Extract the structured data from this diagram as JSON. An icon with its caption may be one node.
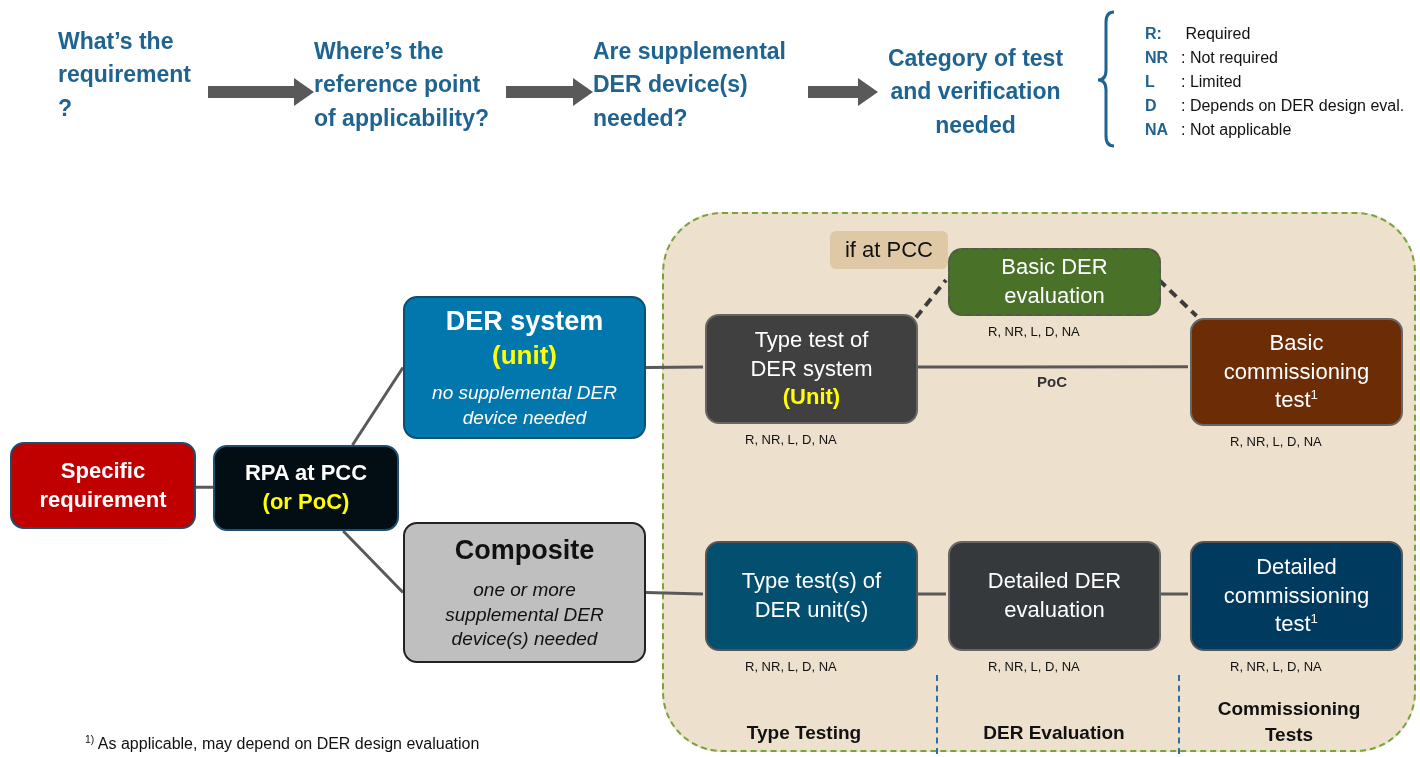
{
  "diagram": {
    "nodes": [
      {
        "text": [
          "What’s the requirement ?"
        ]
      },
      {
        "text": [
          "Where’s the reference point of applicability?"
        ]
      },
      {
        "text": [
          "Are supplemental DER device(s) needed?"
        ]
      },
      {
        "text": [
          "Category of test and verification needed"
        ]
      },
      {
        "text": [
          "Specific requirement"
        ]
      },
      {
        "text": [
          "RPA at PCC",
          "(or PoC)"
        ]
      },
      {
        "text": [
          "DER system",
          "(unit)",
          "no supplemental DER device needed"
        ]
      },
      {
        "text": [
          "Composite",
          "one or more supplemental DER device(s) needed"
        ]
      },
      {
        "text": [
          "Type Testing",
          "DER Evaluation",
          "Commissioning Tests"
        ]
      },
      {
        "text": [
          "if at PCC"
        ],
        "in": 8
      },
      {
        "text": [
          "Basic DER evaluation"
        ],
        "beside": [
          "R, NR, L, D, NA"
        ],
        "in": 8
      },
      {
        "text": [
          "Type test of DER system",
          "(Unit)"
        ],
        "beside": [
          "R, NR, L, D, NA"
        ],
        "in": 8
      },
      {
        "text": [
          "Basic commissioning test$^{1}$"
        ],
        "beside": [
          "R, NR, L, D, NA"
        ],
        "in": 8
      },
      {
        "text": [
          "Type test(s) of DER unit(s)"
        ],
        "beside": [
          "R, NR, L, D, NA"
        ],
        "in": 8
      },
      {
        "text": [
          "Detailed DER evaluation"
        ],
        "beside": [
          "R, NR, L, D, NA"
        ],
        "in": 8
      },
      {
        "text": [
          "Detailed commissioning test$^{1}$"
        ],
        "beside": [
          "R, NR, L, D, NA"
        ],
        "in": 8
      }
    ],
    "edges": [
      {
        "from": 0,
        "to": 1,
        "arrow": "to",
        "style": "thick"
      },
      {
        "from": 1,
        "to": 2,
        "arrow": "to",
        "style": "thick"
      },
      {
        "from": 2,
        "to": 3,
        "arrow": "to",
        "style": "thick"
      },
      {
        "from": 4,
        "to": 5,
        "arrow": "none"
      },
      {
        "from": 5,
        "to": 6,
        "arrow": "none"
      },
      {
        "from": 5,
        "to": 7,
        "arrow": "none"
      },
      {
        "from": 6,
        "to": 11,
        "arrow": "none"
      },
      {
        "from": 11,
        "to": 12,
        "arrow": "none",
        "label": "PoC"
      },
      {
        "from": 11,
        "to": 10,
        "arrow": "none",
        "style": "dashed"
      },
      {
        "from": 10,
        "to": 12,
        "arrow": "none",
        "style": "dashed"
      },
      {
        "from": 7,
        "to": 13,
        "arrow": "none"
      },
      {
        "from": 13,
        "to": 14,
        "arrow": "none"
      },
      {
        "from": 14,
        "to": 15,
        "arrow": "none"
      }
    ],
    "labels": [
      "**R:** Required",
      "**NR**: Not required",
      "**L**: Limited",
      "**D**: Depends on DER design eval.",
      "**NA**: Not applicable",
      "$^{1)}$ As applicable, may depend on DER design evaluation"
    ]
  }
}
